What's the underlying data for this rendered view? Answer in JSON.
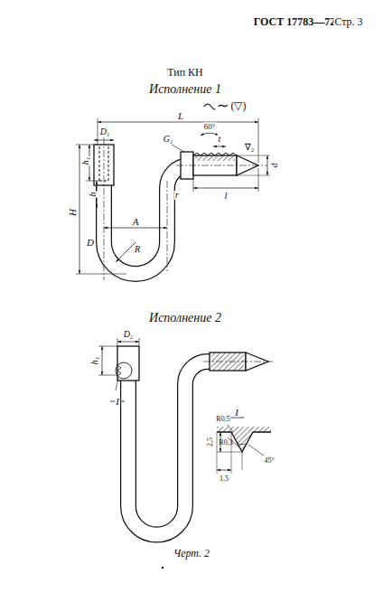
{
  "diagram": {
    "labels": [
      "ГОСТ 17783—72",
      "Стр. 3",
      "Тип КН",
      "Исполнение 1",
      "∼",
      "(▽)",
      "L",
      "60°",
      "D₁",
      "G₁",
      "t",
      "∇₂",
      "d",
      "l",
      "r",
      "h₁",
      "h",
      "H",
      "D",
      "A",
      "R",
      "Исполнение 2",
      "D₂",
      "h₁",
      "I",
      "I",
      "R0,5",
      "R0,3",
      "2,5",
      "1,5",
      "45°",
      "Черт. 2"
    ]
  }
}
